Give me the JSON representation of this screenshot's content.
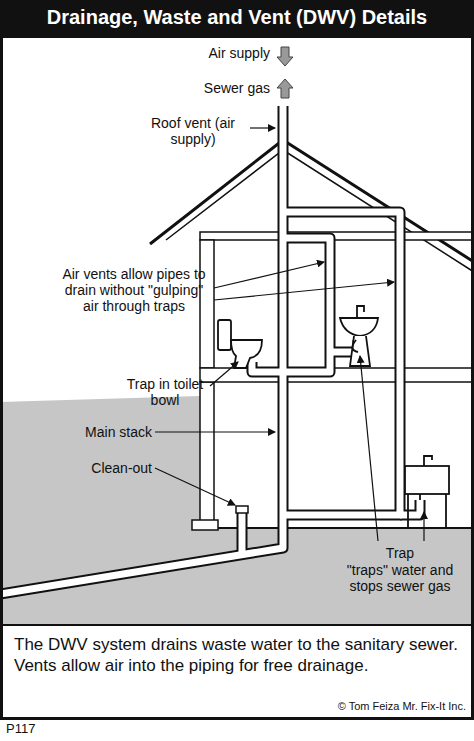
{
  "diagram": {
    "title": "Drainage, Waste and Vent (DWV) Details",
    "caption": "The DWV system drains waste water to the sanitary sewer. Vents allow air into the piping for free drainage.",
    "labels": [
      "Air supply",
      "Sewer gas",
      "Roof vent (air supply)",
      "Air vents allow pipes to drain without \"gulping\" air through traps",
      "Trap in toilet bowl",
      "Main stack",
      "Clean-out",
      "Trap",
      "\"traps\" water and stops sewer gas",
      "© Tom Feiza Mr. Fix-It Inc.",
      "P117"
    ]
  }
}
